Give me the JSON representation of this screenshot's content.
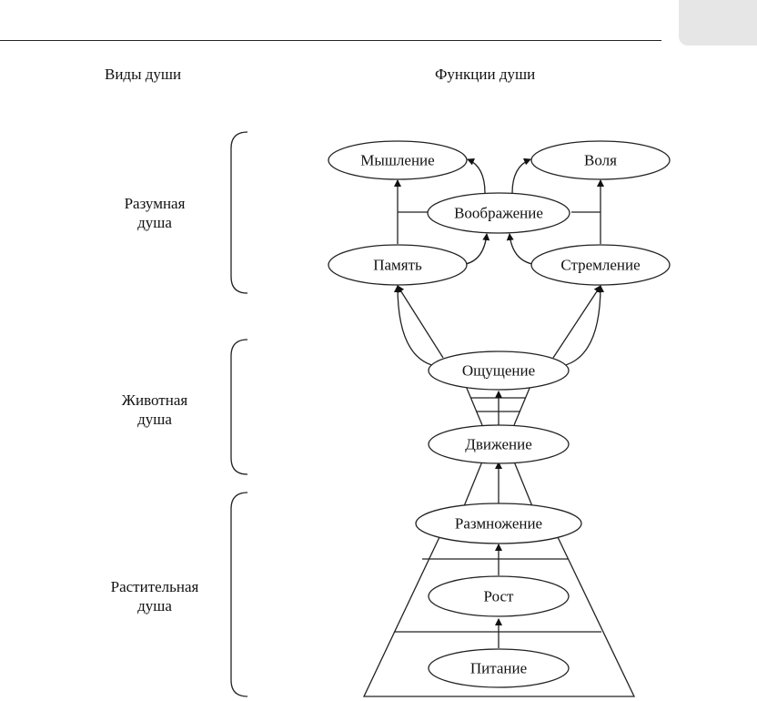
{
  "header": {
    "kinds_title": "Виды души",
    "functions_title": "Функции души"
  },
  "kinds": {
    "rational": [
      "Разумная",
      "душа"
    ],
    "animal": [
      "Животная",
      "душа"
    ],
    "vegetative": [
      "Растительная",
      "душа"
    ]
  },
  "functions": {
    "thinking": "Мышление",
    "will": "Воля",
    "imagination": "Воображение",
    "memory": "Память",
    "striving": "Стремление",
    "sensation": "Ощущение",
    "motion": "Движение",
    "reproduction": "Размножение",
    "growth": "Рост",
    "nutrition": "Питание"
  }
}
